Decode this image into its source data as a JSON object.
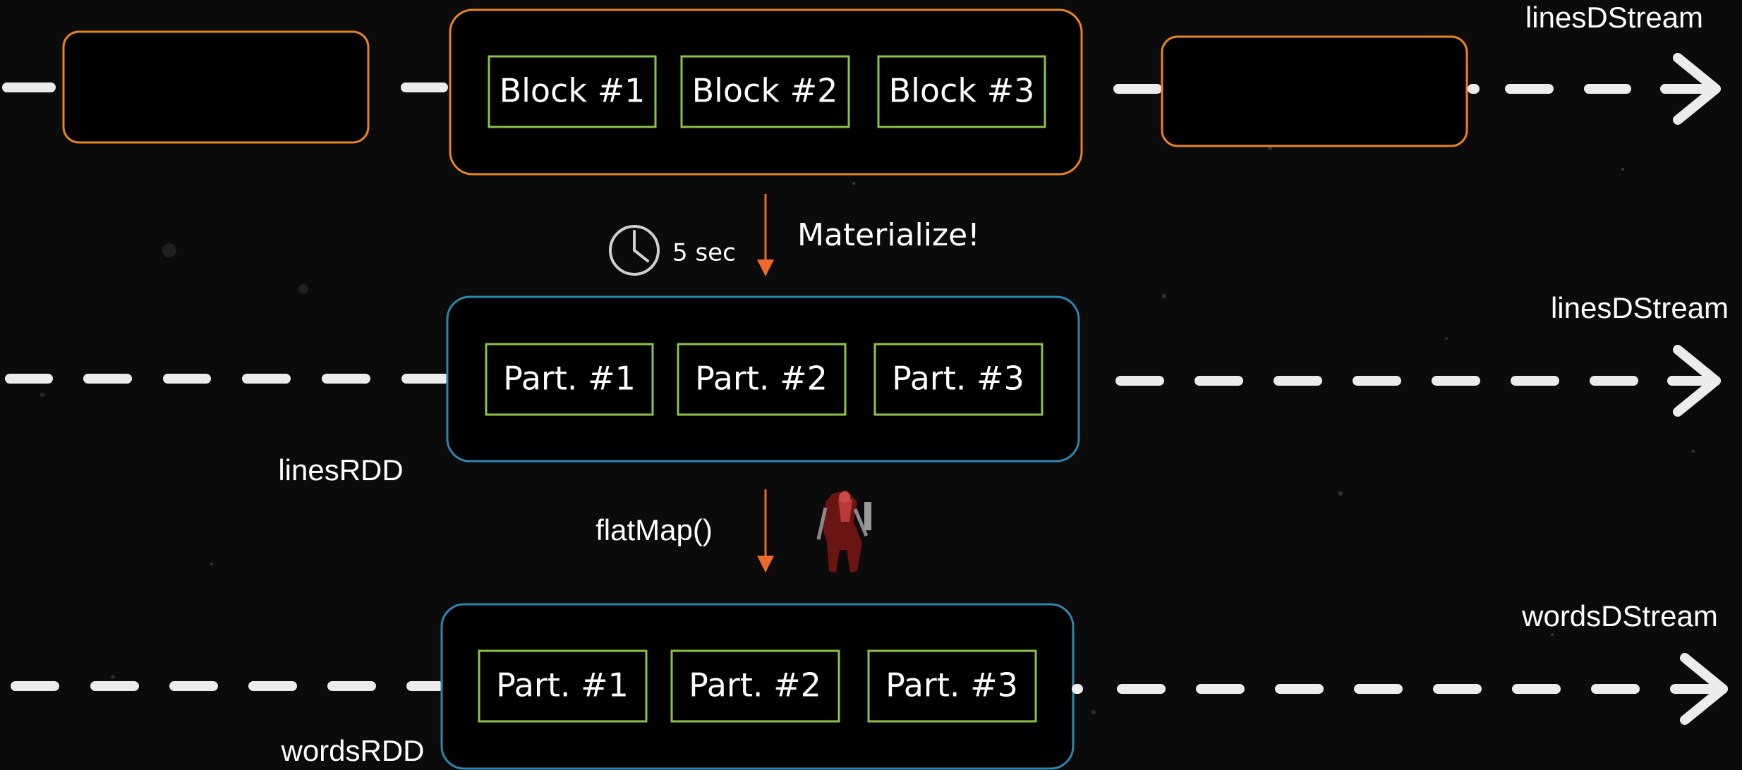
{
  "colors": {
    "background": "#0b0b0b",
    "stream_line": "#ececec",
    "dstream_border": "#e8841e",
    "rdd_border": "#2e86b0",
    "block_border": "#8bc34a",
    "transform_arrow": "#ee6a2b",
    "clock": "#cfcfcf"
  },
  "row1": {
    "stream_label": "linesDStream",
    "blocks": [
      "Block #1",
      "Block #2",
      "Block #3"
    ]
  },
  "step1": {
    "timer_icon": "clock-icon",
    "interval": "5 sec",
    "label": "Materialize!"
  },
  "row2": {
    "stream_label": "linesDStream",
    "rdd_label": "linesRDD",
    "partitions": [
      "Part. #1",
      "Part. #2",
      "Part. #3"
    ]
  },
  "step2": {
    "label": "flatMap()",
    "figure_icon": "robot-figure-icon"
  },
  "row3": {
    "stream_label": "wordsDStream",
    "rdd_label": "wordsRDD",
    "partitions": [
      "Part. #1",
      "Part. #2",
      "Part. #3"
    ]
  }
}
